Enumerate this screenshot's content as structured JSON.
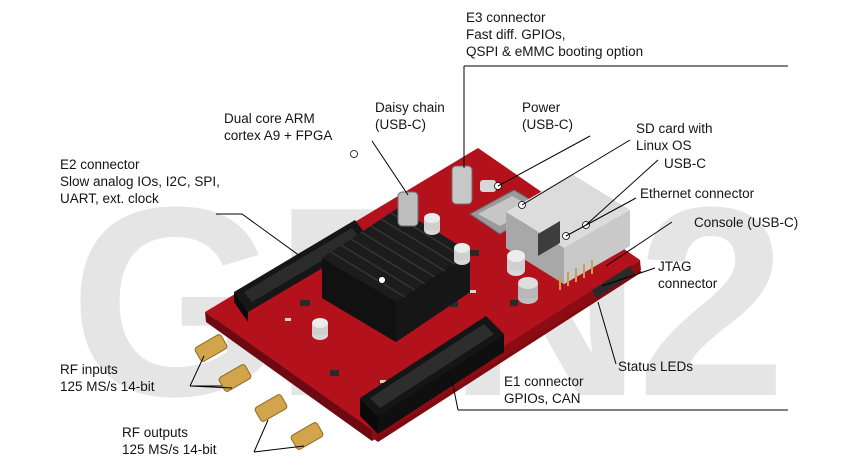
{
  "watermark": {
    "text": "GEN2",
    "color": "#e5e5e5"
  },
  "colors": {
    "pcb": "#b3121c",
    "pcb_edge": "#7e0a12",
    "heatsink": "#1c1c1c",
    "connector": "#141414",
    "gold": "#d2a44b"
  },
  "labels": {
    "e3": [
      "E3 connector",
      "Fast diff. GPIOs,",
      "QSPI & eMMC booting option"
    ],
    "dual_core": [
      "Dual core ARM",
      "cortex A9 + FPGA"
    ],
    "daisy": [
      "Daisy chain",
      "(USB-C)"
    ],
    "power": [
      "Power",
      "(USB-C)"
    ],
    "sd_card": [
      "SD card with",
      "Linux OS"
    ],
    "usb_c": [
      "USB-C"
    ],
    "ethernet": [
      "Ethernet connector"
    ],
    "console": [
      "Console (USB-C)"
    ],
    "jtag": [
      "JTAG",
      "connector"
    ],
    "e2": [
      "E2 connector",
      "Slow analog IOs, I2C, SPI,",
      "UART, ext. clock"
    ],
    "status_leds": [
      "Status LEDs"
    ],
    "e1": [
      "E1 connector",
      "GPIOs, CAN"
    ],
    "rf_inputs": [
      "RF inputs",
      "125 MS/s 14-bit"
    ],
    "rf_outputs": [
      "RF outputs",
      "125 MS/s 14-bit"
    ]
  }
}
